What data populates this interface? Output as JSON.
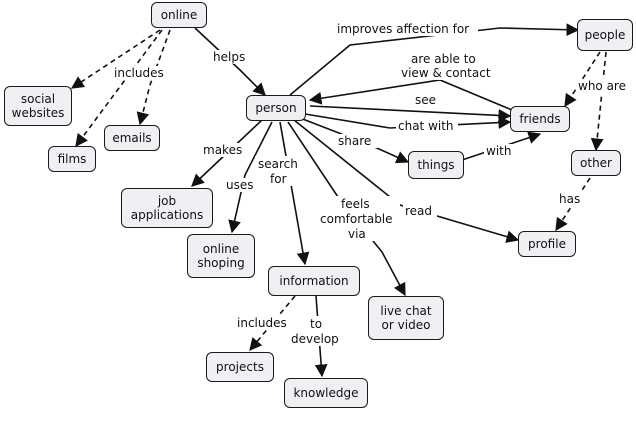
{
  "nodes": {
    "online": "online",
    "people": "people",
    "social": "social\nwebsites",
    "emails": "emails",
    "films": "films",
    "person": "person",
    "friends": "friends",
    "things": "things",
    "other": "other",
    "job": "job\napplications",
    "shop": "online\nshoping",
    "profile": "profile",
    "info": "information",
    "live": "live chat\nor video",
    "projects": "projects",
    "knowledge": "knowledge"
  },
  "links": {
    "helps": "helps",
    "includes_online": "includes",
    "improves": "improves affection for",
    "able1": "are able to",
    "able2": "view & contact",
    "who1": "who are",
    "see": "see",
    "chatwith": "chat with",
    "share": "share",
    "with": "with",
    "makes": "makes",
    "uses": "uses",
    "search1": "search",
    "search2": "for",
    "feels1": "feels",
    "feels2": "comfortable",
    "feels3": "via",
    "read": "read",
    "has": "has",
    "includes_info": "includes",
    "todev1": "to",
    "todev2": "develop"
  }
}
